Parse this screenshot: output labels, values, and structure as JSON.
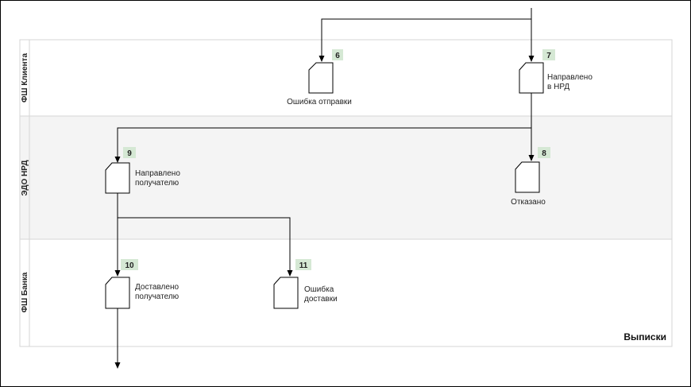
{
  "diagram": {
    "title": "Выписки",
    "lanes": [
      {
        "label": "ФШ Клиента"
      },
      {
        "label": "ЭДО НРД"
      },
      {
        "label": "ФШ Банка"
      }
    ],
    "nodes": [
      {
        "id": "6",
        "number": "6",
        "label_lines": [
          "Ошибка отправки"
        ]
      },
      {
        "id": "7",
        "number": "7",
        "label_lines": [
          "Направлено",
          "в НРД"
        ]
      },
      {
        "id": "8",
        "number": "8",
        "label_lines": [
          "Отказано"
        ]
      },
      {
        "id": "9",
        "number": "9",
        "label_lines": [
          "Направлено",
          "получателю"
        ]
      },
      {
        "id": "10",
        "number": "10",
        "label_lines": [
          "Доставлено",
          "получателю"
        ]
      },
      {
        "id": "11",
        "number": "11",
        "label_lines": [
          "Ошибка",
          "доставки"
        ]
      }
    ],
    "edges": [
      {
        "from": "start",
        "to": "6"
      },
      {
        "from": "start",
        "to": "7"
      },
      {
        "from": "7",
        "to": "8"
      },
      {
        "from": "7",
        "to": "9"
      },
      {
        "from": "9",
        "to": "10"
      },
      {
        "from": "9",
        "to": "11"
      },
      {
        "from": "10",
        "to": "end"
      }
    ],
    "colors": {
      "lane_alt_fill": "#f4f4f4",
      "lane_border": "#d6d6d6",
      "badge_fill": "#d5e8d4",
      "line": "#000000"
    }
  }
}
